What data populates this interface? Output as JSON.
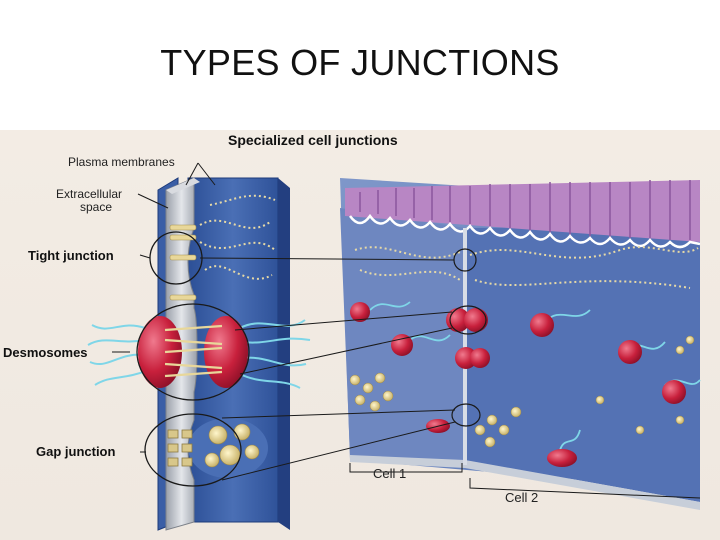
{
  "slide": {
    "title": "TYPES OF JUNCTIONS"
  },
  "figure": {
    "heading": "Specialized cell junctions",
    "labels": {
      "plasma_membranes": "Plasma membranes",
      "extracellular_line1": "Extracellular",
      "extracellular_line2": "space",
      "tight_junction": "Tight junction",
      "desmosomes": "Desmosomes",
      "gap_junction": "Gap junction",
      "cell1": "Cell 1",
      "cell2": "Cell 2"
    },
    "colors": {
      "cell_blue": "#3b5fa8",
      "membrane_gray": "#b9bdc4",
      "desmosome_red": "#c8203c",
      "filament_cyan": "#7fd6e8",
      "microvilli_purple": "#a57ab8",
      "particle_yellow": "#e8d79a"
    }
  }
}
